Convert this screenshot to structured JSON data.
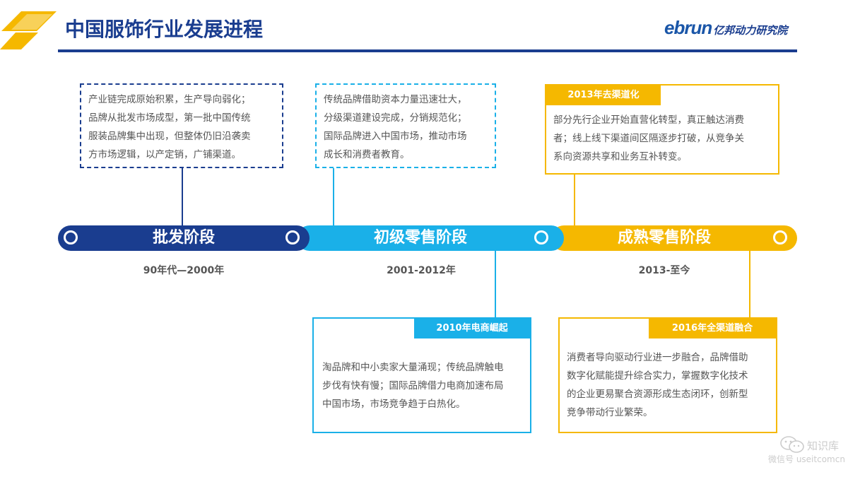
{
  "header": {
    "title": "中国服饰行业发展进程",
    "brand_en": "ebrun",
    "brand_cn": "亿邦动力研究院",
    "logo_icon": "gold-parallelogram-logo-icon"
  },
  "colors": {
    "navy": "#1a3d8f",
    "cyan": "#1ab0e8",
    "gold": "#f5b800",
    "text": "#555555"
  },
  "timeline": {
    "stages": [
      {
        "name": "批发阶段",
        "period": "90年代—2000年"
      },
      {
        "name": "初级零售阶段",
        "period": "2001-2012年"
      },
      {
        "name": "成熟零售阶段",
        "period": "2013-至今"
      }
    ]
  },
  "boxes": {
    "wholesale": {
      "lines": [
        "产业链完成原始积累，生产导向弱化；",
        "品牌从批发市场成型，第一批中国传统",
        "服装品牌集中出现，但整体仍旧沿袭卖",
        "方市场逻辑，以产定销，广铺渠道。"
      ]
    },
    "primary": {
      "lines": [
        "传统品牌借助资本力量迅速壮大，",
        "分级渠道建设完成，分销规范化；",
        "国际品牌进入中国市场，推动市场",
        "成长和消费者教育。"
      ]
    },
    "y2013": {
      "tag": "2013年去渠道化",
      "lines": [
        "部分先行企业开始直营化转型，真正触达消费",
        "者；线上线下渠道间区隔逐步打破，从竞争关",
        "系向资源共享和业务互补转变。"
      ]
    },
    "y2010": {
      "tag": "2010年电商崛起",
      "lines": [
        "淘品牌和中小卖家大量涌现；传统品牌触电",
        "步伐有快有慢；国际品牌借力电商加速布局",
        "中国市场，市场竞争趋于白热化。"
      ]
    },
    "y2016": {
      "tag": "2016年全渠道融合",
      "lines": [
        "消费者导向驱动行业进一步融合，品牌借助",
        "数字化赋能提升综合实力，掌握数字化技术",
        "的企业更易聚合资源形成生态闭环，创新型",
        "竞争带动行业繁荣。"
      ]
    }
  },
  "watermark": {
    "name": "知识库",
    "id": "微信号 useitcomcn",
    "icon": "wechat-icon"
  }
}
